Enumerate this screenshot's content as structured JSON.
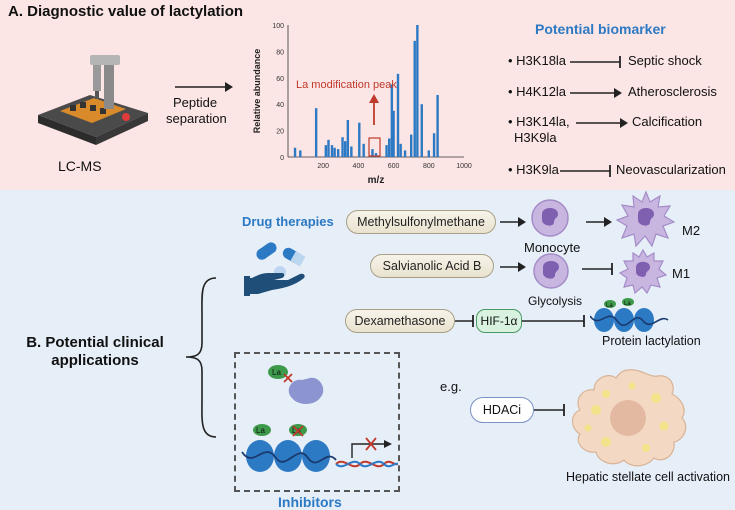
{
  "panel_a": {
    "title": "A. Diagnostic value of lactylation",
    "instrument_label": "LC-MS",
    "step_label_1": "Peptide",
    "step_label_2": "separation",
    "spectrum": {
      "ylabel": "Relative abundance",
      "xlabel": "m/z",
      "annotation": "La modification peak",
      "y_ticks": [
        "0",
        "20",
        "40",
        "60",
        "80",
        "100"
      ],
      "x_ticks": [
        "200",
        "400",
        "600",
        "800",
        "1000"
      ]
    },
    "biomarker_heading": "Potential biomarker",
    "biomarkers": [
      {
        "mark": "H3K18la",
        "effect": "inhibits",
        "target": "Septic shock"
      },
      {
        "mark": "H4K12la",
        "effect": "promotes",
        "target": "Atherosclerosis"
      },
      {
        "mark": "H3K14la, H3K9la",
        "effect": "promotes",
        "target": "Calcification"
      },
      {
        "mark": "H3K9la",
        "effect": "inhibits",
        "target": "Neovascularization"
      }
    ],
    "biomarker_marks": [
      "H3K18la",
      "H4K12la",
      "H3K14la,",
      "H3K9la",
      "H3K9la"
    ]
  },
  "chart_data": {
    "type": "bar",
    "xlabel": "m/z",
    "ylabel": "Relative abundance",
    "xlim": [
      0,
      1000
    ],
    "ylim": [
      0,
      100
    ],
    "x": [
      40,
      70,
      160,
      215,
      230,
      250,
      265,
      285,
      310,
      325,
      340,
      360,
      405,
      430,
      480,
      500,
      560,
      575,
      590,
      600,
      625,
      640,
      665,
      700,
      720,
      735,
      760,
      800,
      830,
      850
    ],
    "values": [
      7,
      5,
      37,
      9,
      13,
      9,
      7,
      6,
      15,
      12,
      28,
      8,
      26,
      10,
      6,
      3,
      9,
      14,
      55,
      35,
      63,
      10,
      5,
      17,
      88,
      100,
      40,
      5,
      18,
      47
    ]
  },
  "panel_b": {
    "title_line1": "B. Potential clinical",
    "title_line2": "applications",
    "drug_heading": "Drug therapies",
    "drugs": {
      "drug1": "Methylsulfonylmethane",
      "drug2": "Salvianolic Acid B",
      "drug3": "Dexamethasone",
      "hif": "HIF-1α"
    },
    "cells": {
      "monocyte": "Monocyte",
      "m2": "M2",
      "m1": "M1"
    },
    "glycolysis": "Glycolysis",
    "protein_lactylation": "Protein lactylation",
    "la_tag": "La",
    "eg": "e.g.",
    "hdaci": "HDACi",
    "hepatic": "Hepatic stellate cell activation",
    "inhibitors_heading": "Inhibitors"
  }
}
